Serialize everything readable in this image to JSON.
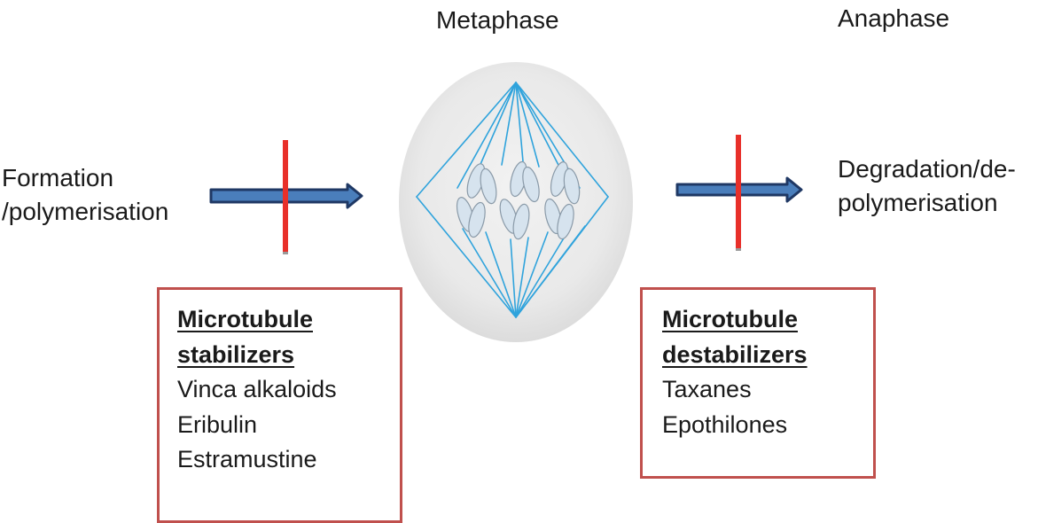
{
  "phases": {
    "metaphase": "Metaphase",
    "anaphase": "Anaphase"
  },
  "processes": {
    "formation_line1": "Formation",
    "formation_line2": "/polymerisation",
    "degradation_line1": "Degradation/de-",
    "degradation_line2": "polymerisation"
  },
  "stabilizers": {
    "heading_line1": "Microtubule",
    "heading_line2": "stabilizers",
    "items": [
      "Vinca alkaloids",
      "Eribulin",
      "Estramustine"
    ]
  },
  "destabilizers": {
    "heading_line1": "Microtubule",
    "heading_line2": "destabilizers",
    "items": [
      "Taxanes",
      "Epothilones"
    ]
  },
  "colors": {
    "arrow_fill": "#4a7ebb",
    "arrow_outline": "#1f3864",
    "block_bar": "#e8302a",
    "box_border": "#c0504d",
    "spindle": "#2fa3dc",
    "cell_fill": "#e6e6e6",
    "chromosome_fill": "#d6e3ee"
  }
}
